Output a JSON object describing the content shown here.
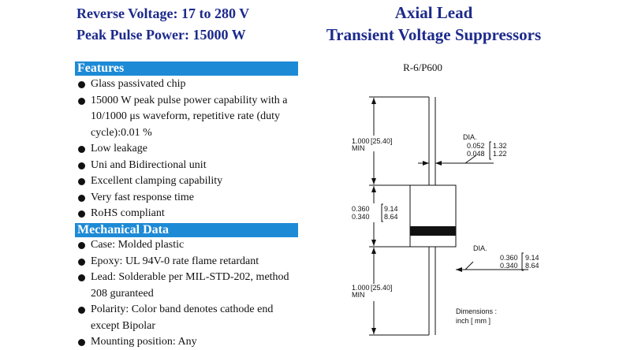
{
  "header": {
    "reverse_voltage": "Reverse Voltage: 17 to 280 V",
    "peak_pulse_power": "Peak Pulse Power: 15000 W",
    "title_line1": "Axial Lead",
    "title_line2": "Transient Voltage Suppressors"
  },
  "features": {
    "heading": "Features",
    "items": [
      "Glass passivated chip",
      "15000 W peak pulse power capability with a 10/1000 μs waveform, repetitive rate (duty cycle):0.01 %",
      "Low leakage",
      "Uni and Bidirectional unit",
      "Excellent clamping capability",
      "Very fast response time",
      "RoHS compliant"
    ]
  },
  "mechanical": {
    "heading": "Mechanical Data",
    "items": [
      "Case: Molded plastic",
      "Epoxy: UL 94V-0 rate flame retardant",
      "Lead: Solderable per MIL-STD-202, method 208 guranteed",
      "Polarity: Color band denotes cathode end except Bipolar",
      "Mounting position: Any"
    ]
  },
  "diagram": {
    "package": "R-6/P600",
    "lead_length_in": "1.000",
    "lead_length_mm": "[25.40]",
    "min_label": "MIN",
    "lead_dia_label": "DIA.",
    "lead_dia_max_in": "0.052",
    "lead_dia_max_mm": "1.32",
    "lead_dia_min_in": "0.048",
    "lead_dia_min_mm": "1.22",
    "body_len_max_in": "0.360",
    "body_len_max_mm": "9.14",
    "body_len_min_in": "0.340",
    "body_len_min_mm": "8.64",
    "body_dia_label": "DIA.",
    "body_dia_max_in": "0.360",
    "body_dia_max_mm": "9.14",
    "body_dia_min_in": "0.340",
    "body_dia_min_mm": "8.64",
    "lead2_length_in": "1.000",
    "lead2_length_mm": "[25.40]",
    "min2_label": "MIN",
    "dims_label_1": "Dimensions :",
    "dims_label_2": "inch [ mm ]"
  }
}
